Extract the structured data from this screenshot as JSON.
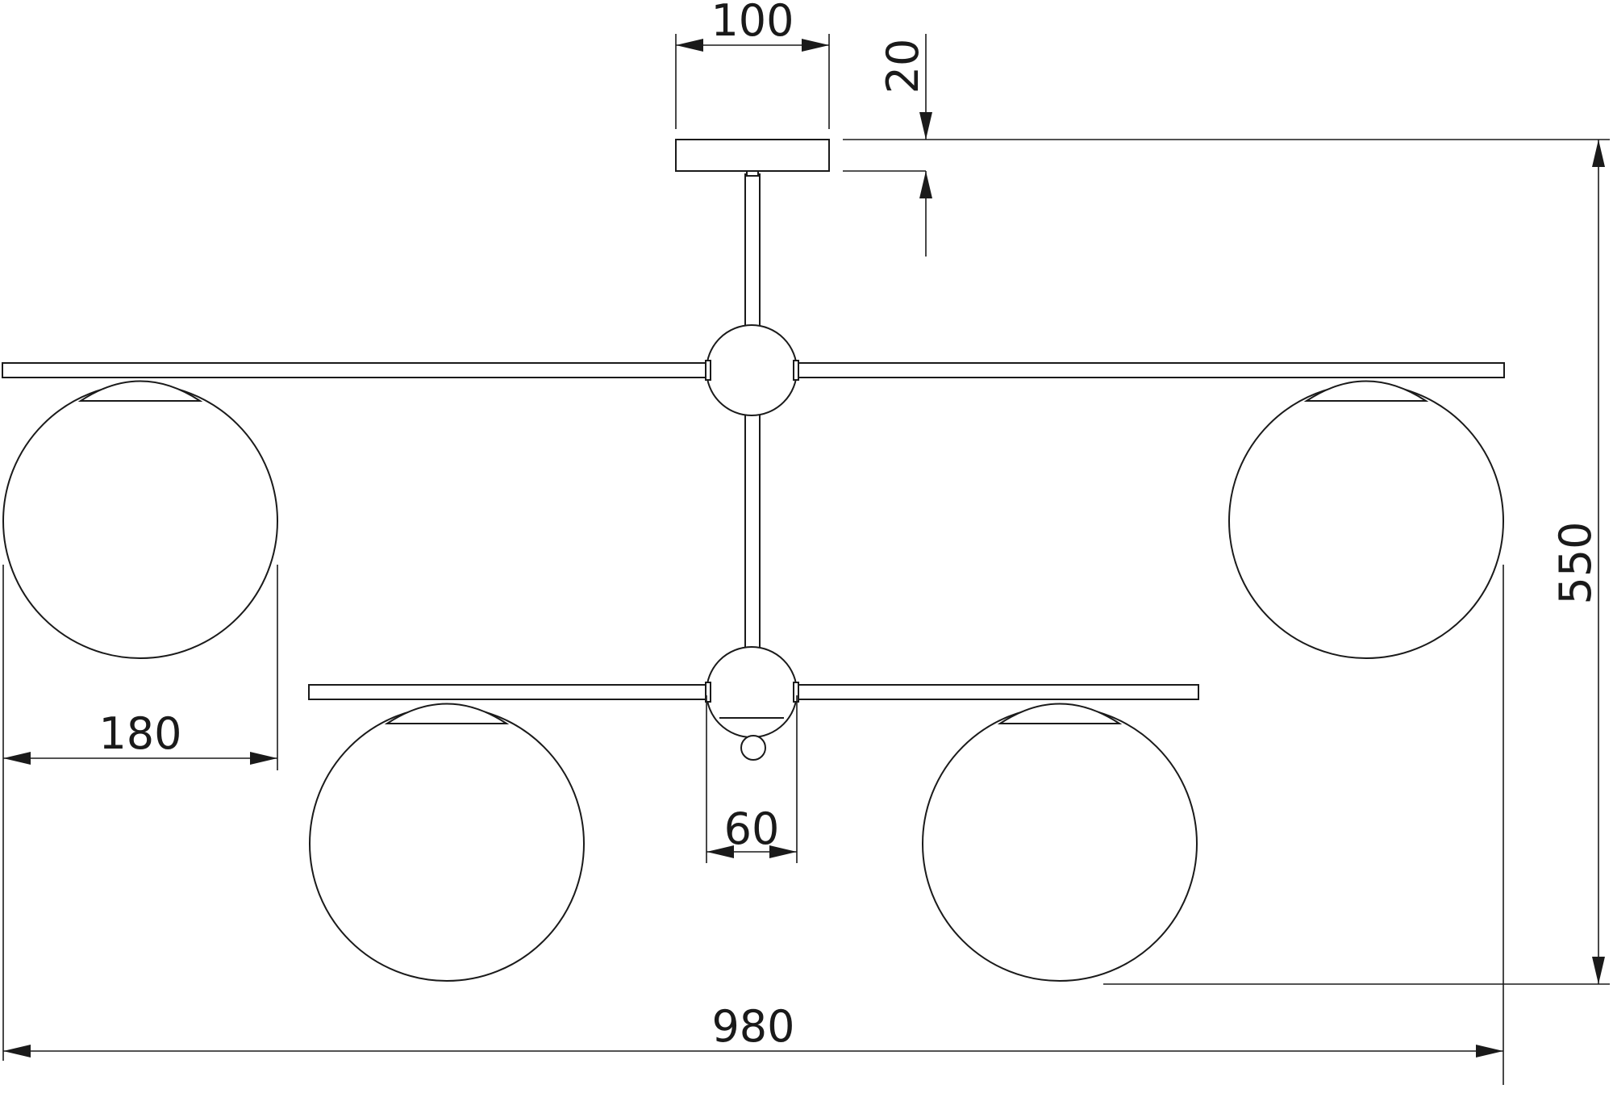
{
  "drawing": {
    "stroke_color": "#1a1a1a",
    "background_color": "#ffffff",
    "dimensions": {
      "plate_width": "100",
      "plate_height": "20",
      "total_height": "550",
      "globe_diameter": "180",
      "hub_diameter": "60",
      "total_width": "980"
    }
  }
}
